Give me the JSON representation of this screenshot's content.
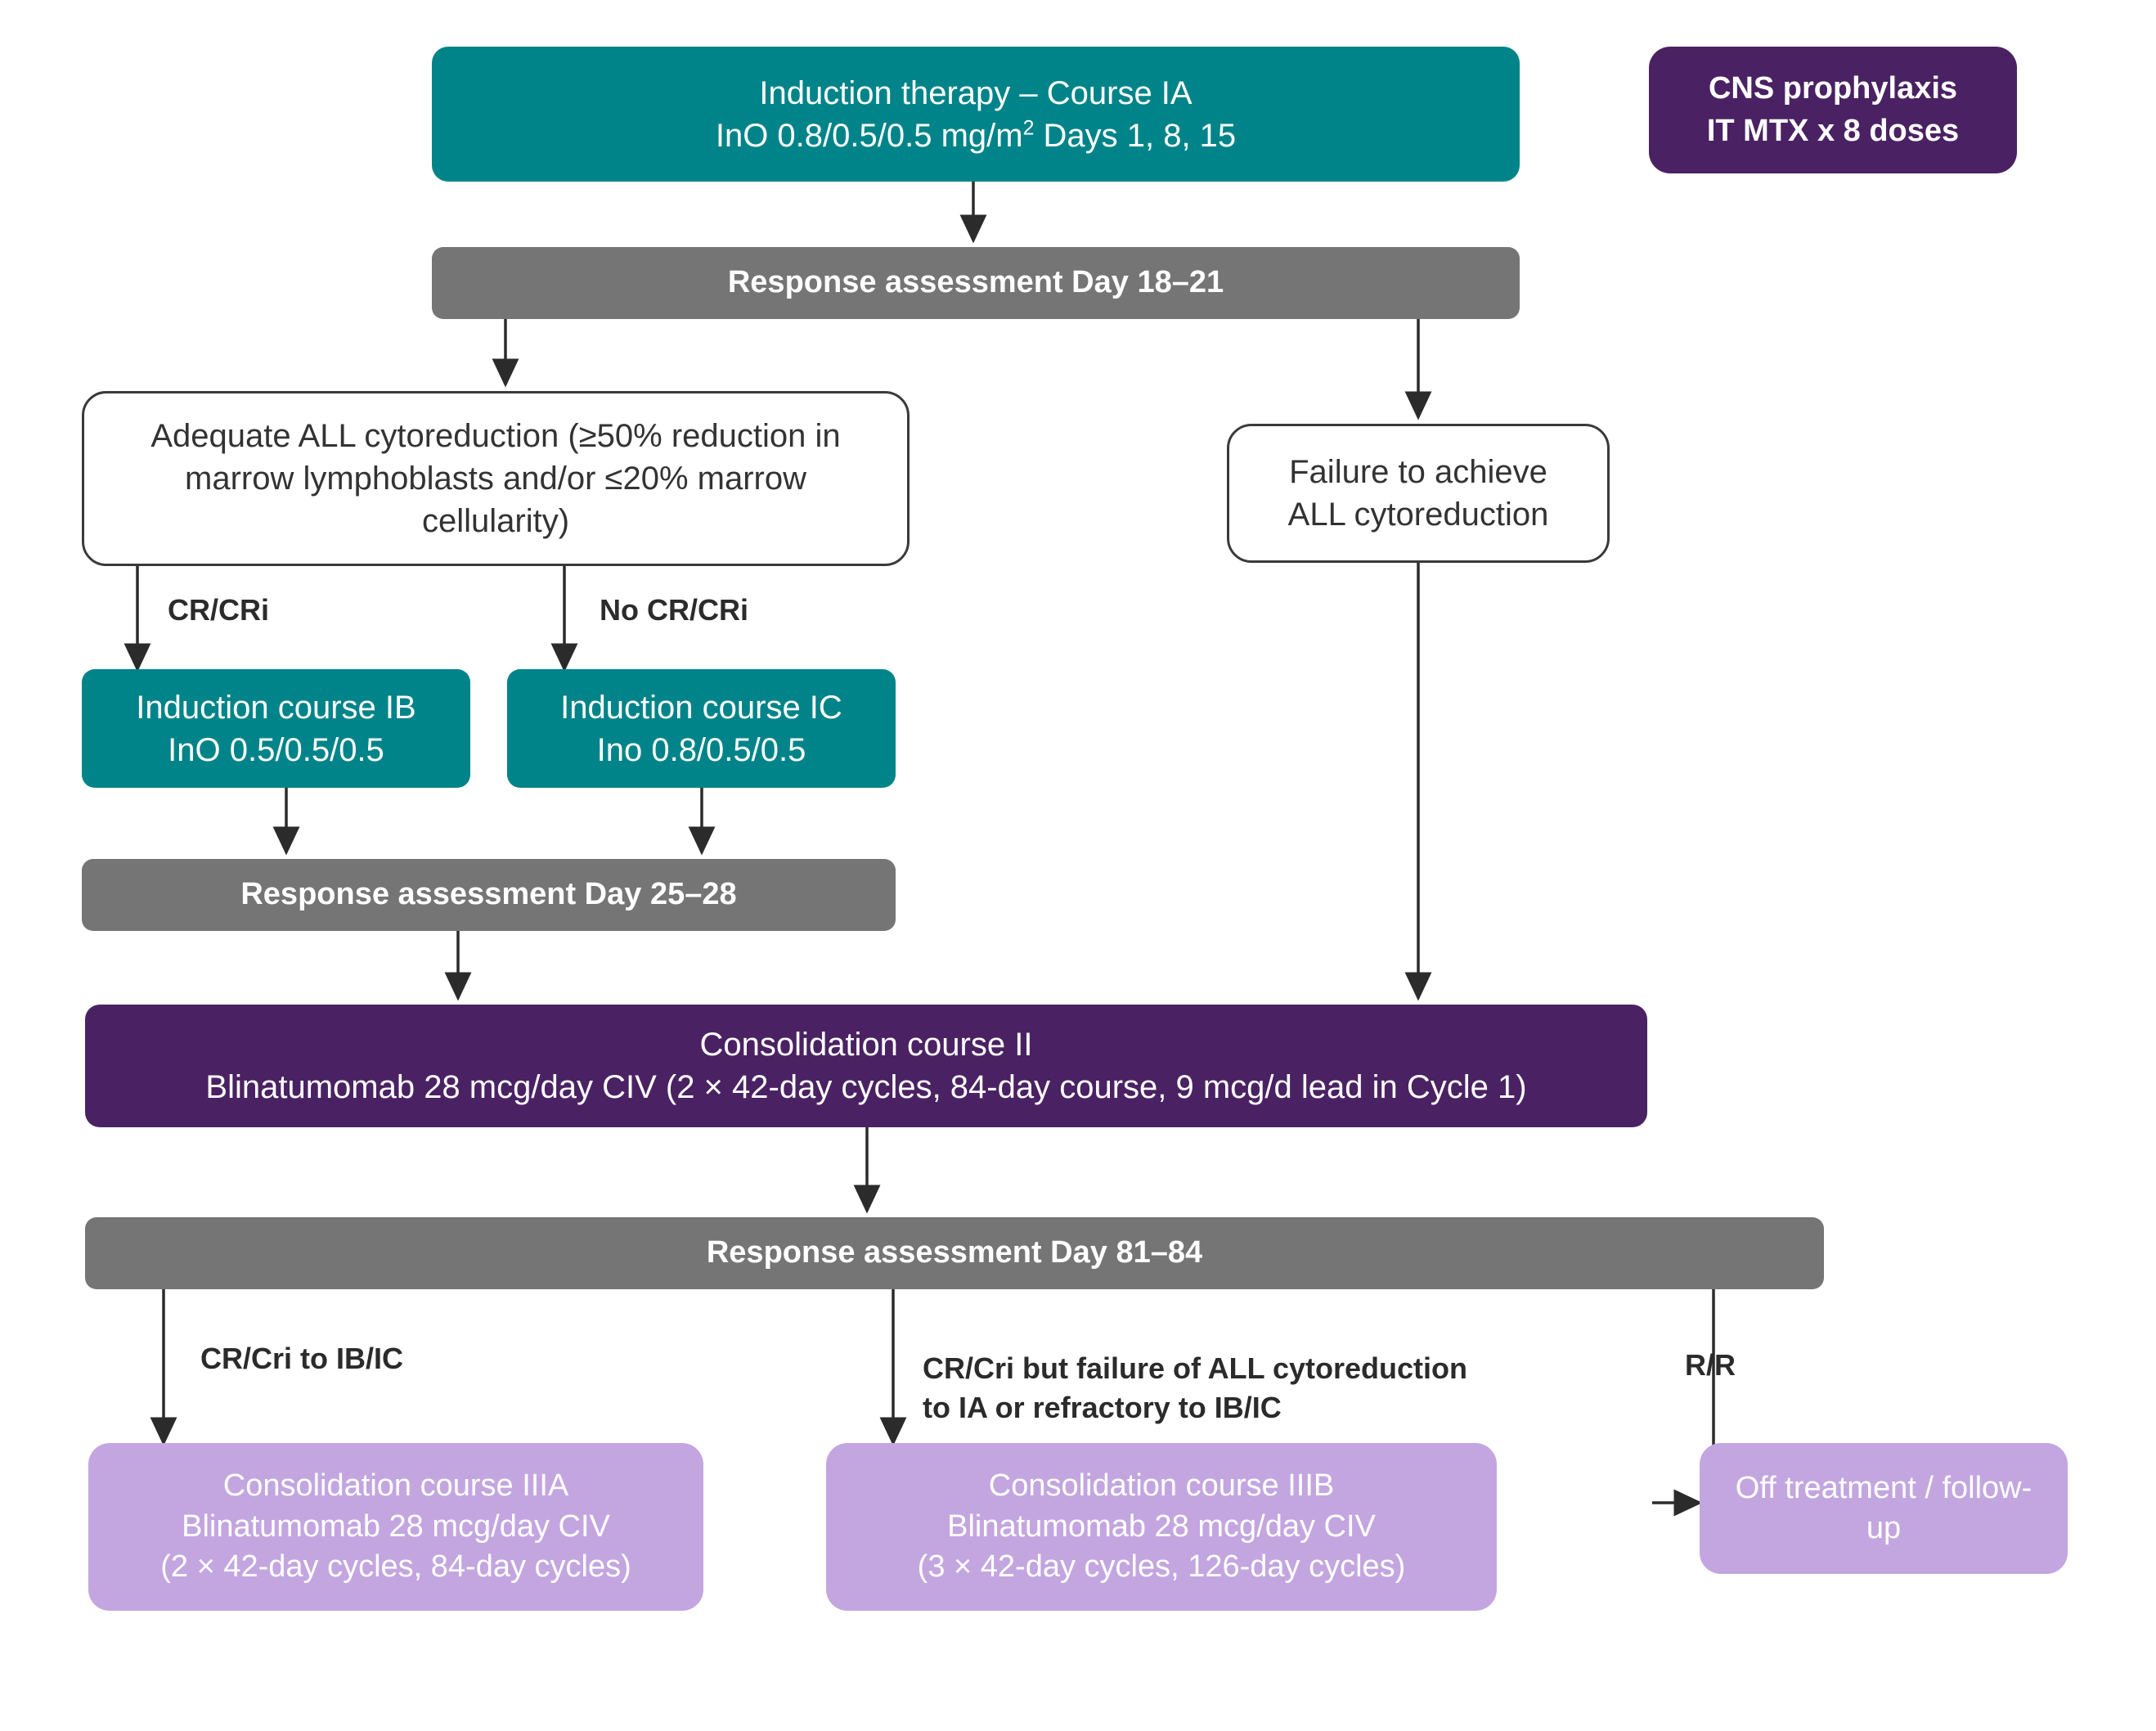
{
  "diagram": {
    "type": "clinical-treatment-flowchart",
    "colors": {
      "teal": "#008489",
      "gray": "#757575",
      "dark_purple": "#4A2263",
      "light_purple": "#C3A6E0",
      "white_box_border": "#3A3A3A",
      "arrow": "#2B2B2B",
      "background": "#FFFFFF"
    },
    "nodes": {
      "induction_ia": {
        "line1": "Induction therapy – Course IA",
        "line2_pre": "InO 0.8/0.5/0.5 mg/m",
        "line2_sup": "2",
        "line2_post": " Days 1, 8, 15"
      },
      "cns_prophylaxis": {
        "line1": "CNS prophylaxis",
        "line2": "IT MTX x 8 doses"
      },
      "assessment_18_21": {
        "label": "Response assessment Day 18–21"
      },
      "adequate_cytoreduction": {
        "line1": "Adequate ALL cytoreduction (≥50% reduction in",
        "line2": "marrow lymphoblasts and/or ≤20% marrow",
        "line3": "cellularity)"
      },
      "failure_cytoreduction": {
        "line1": "Failure to achieve",
        "line2": "ALL cytoreduction"
      },
      "induction_ib": {
        "line1": "Induction course IB",
        "line2": "InO 0.5/0.5/0.5"
      },
      "induction_ic": {
        "line1": "Induction course IC",
        "line2": "Ino 0.8/0.5/0.5"
      },
      "assessment_25_28": {
        "label": "Response assessment Day 25–28"
      },
      "consolidation_ii": {
        "line1": "Consolidation course II",
        "line2": "Blinatumomab 28 mcg/day CIV (2 × 42-day cycles, 84-day course, 9 mcg/d lead in Cycle 1)"
      },
      "assessment_81_84": {
        "label": "Response assessment Day 81–84"
      },
      "consolidation_iiia": {
        "line1": "Consolidation course IIIA",
        "line2": "Blinatumomab 28 mcg/day CIV",
        "line3": "(2 × 42-day cycles, 84-day cycles)"
      },
      "consolidation_iiib": {
        "line1": "Consolidation course IIIB",
        "line2": "Blinatumomab 28 mcg/day CIV",
        "line3": "(3 × 42-day cycles, 126-day cycles)"
      },
      "off_treatment": {
        "line1": "Off treatment / follow-",
        "line2": "up"
      }
    },
    "edge_labels": {
      "cr_cri": "CR/CRi",
      "no_cr_cri": "No CR/CRi",
      "cr_cri_to_ibic": "CR/Cri to IB/IC",
      "cr_cri_failure_line1": "CR/Cri but failure of ALL cytoreduction",
      "cr_cri_failure_line2": "to IA or refractory to IB/IC",
      "rr": "R/R"
    }
  }
}
